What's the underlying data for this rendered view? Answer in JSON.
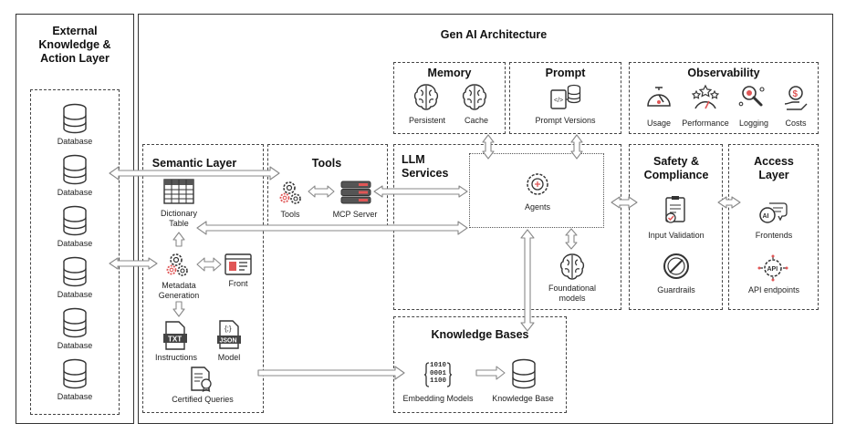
{
  "external": {
    "title": "External Knowledge & Action Layer",
    "db_label": "Database"
  },
  "main_title": "Gen AI Architecture",
  "memory": {
    "title": "Memory",
    "persistent": "Persistent",
    "cache": "Cache"
  },
  "prompt": {
    "title": "Prompt",
    "versions": "Prompt Versions"
  },
  "observability": {
    "title": "Observability",
    "usage": "Usage",
    "performance": "Performance",
    "logging": "Logging",
    "costs": "Costs"
  },
  "semantic": {
    "title": "Semantic Layer",
    "dictionary": "Dictionary Table",
    "metadata": "Metadata Generation",
    "front": "Front",
    "instructions": "Instructions",
    "model": "Model",
    "certified": "Certified Queries"
  },
  "tools": {
    "title": "Tools",
    "tools": "Tools",
    "mcp": "MCP Server"
  },
  "llm": {
    "title": "LLM Services",
    "agents": "Agents",
    "foundational": "Foundational models"
  },
  "safety": {
    "title": "Safety & Compliance",
    "input_validation": "Input Validation",
    "guardrails": "Guardrails"
  },
  "access": {
    "title": "Access Layer",
    "frontends": "Frontends",
    "api": "API endpoints"
  },
  "kb": {
    "title": "Knowledge Bases",
    "embedding": "Embedding Models",
    "knowledge_base": "Knowledge Base",
    "binary": "1010 0001 1100"
  }
}
